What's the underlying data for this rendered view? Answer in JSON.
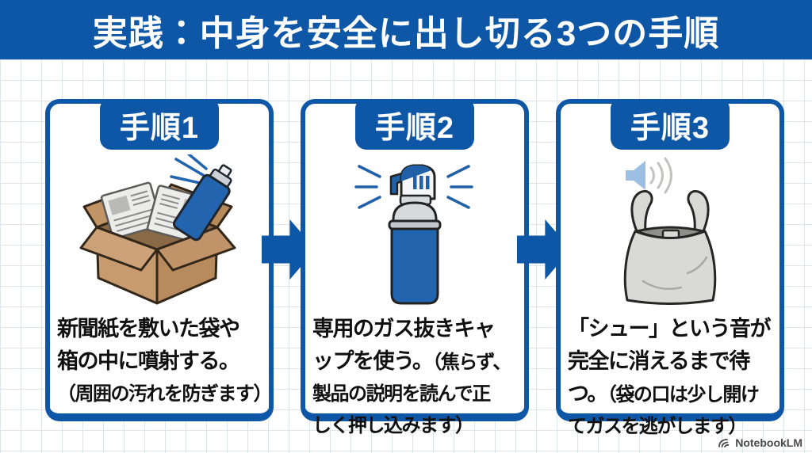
{
  "header": {
    "title": "実践：中身を安全に出し切る3つの手順"
  },
  "steps": [
    {
      "tab": "手順1",
      "main": "新聞紙を敷いた袋や\n箱の中に噴射する。\n",
      "note": "（周囲の汚れを防ぎます）",
      "illustration": "cardboard-box-with-newspapers-and-spray-can"
    },
    {
      "tab": "手順2",
      "main": "専用のガス抜きキャ\nップを使う。",
      "note": "（焦らず、\n製品の説明を読んで正\nしく押し込みます）",
      "illustration": "spray-can-with-gas-release-cap"
    },
    {
      "tab": "手順3",
      "main": "「シュー」という音が\n完全に消えるまで待\nつ。",
      "note": "（袋の口は少し開け\nてガスを逃がします）",
      "illustration": "plastic-bag-with-sound-waves"
    }
  ],
  "footer": {
    "brand": "NotebookLM"
  },
  "icons": [
    "cardboard-box-icon",
    "newspaper-icon",
    "spray-can-icon",
    "gas-release-cap-icon",
    "plastic-bag-icon",
    "speaker-icon",
    "arrow-right-icon",
    "notebooklm-logo-icon"
  ],
  "colors": {
    "brand_blue": "#0e57a7",
    "ink": "#101010",
    "grid_line": "#dde4ea",
    "cardboard": "#c79b6e",
    "cardboard_dark": "#b78b5e",
    "newspaper": "#ececea",
    "bag_gray": "#d9d9d6",
    "bag_opening": "#8e8e8b",
    "speaker_blue": "#9dbfe3",
    "can_blue": "#2264ae",
    "metal_gray": "#d7dadd"
  }
}
